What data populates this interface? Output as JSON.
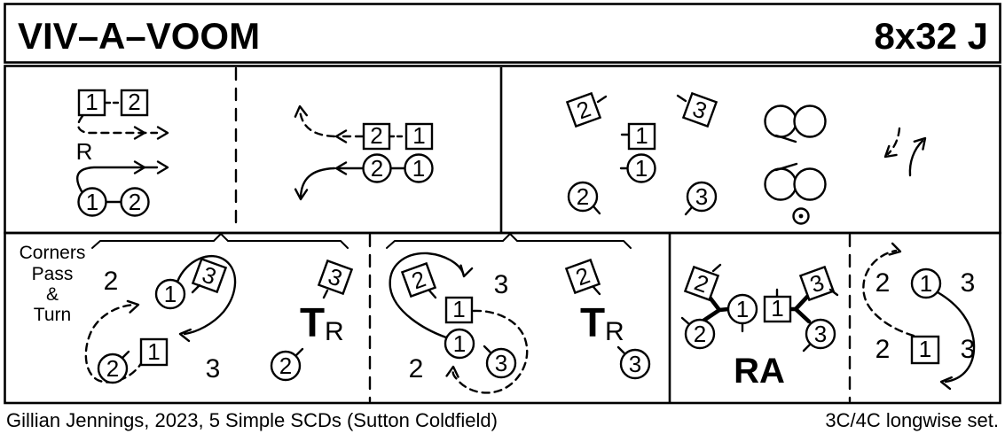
{
  "title": "VIV–A–VOOM",
  "rhythm": "8x32 J",
  "footer": {
    "credit": "Gillian Jennings, 2023, 5 Simple SCDs (Sutton Coldfield)",
    "set_type": "3C/4C longwise set."
  },
  "colors": {
    "ink": "#000000",
    "paper": "#ffffff"
  },
  "bars_1_4": {
    "square_a": "1",
    "square_b": "2",
    "shoulder": "R",
    "circle_a": "1",
    "circle_b": "2"
  },
  "bars_5_8": {
    "square_a": "2",
    "square_b": "1",
    "circle_a": "2",
    "circle_b": "1"
  },
  "bars_9_16": {
    "diamond_left": "2",
    "diamond_right": "3",
    "square_center": "1",
    "circle_center": "1",
    "circle_left": "2",
    "circle_right": "3"
  },
  "cpt1": {
    "caption_line1": "Corners",
    "caption_line2": "Pass",
    "caption_line3": "&",
    "caption_line4": "Turn",
    "place_top": "2",
    "place_bottom": "3",
    "circle_dancer": "1",
    "diamond_corner": "3",
    "square_dancer": "1",
    "circle_corner": "2",
    "idle_diamond": "3",
    "turn_letter": "T",
    "turn_hand": "R",
    "idle_circle": "2"
  },
  "cpt2": {
    "place_top": "3",
    "place_bottom": "2",
    "diamond_corner": "2",
    "square_dancer": "1",
    "circle_dancer": "1",
    "circle_corner": "3",
    "idle_diamond": "2",
    "turn_letter": "T",
    "turn_hand": "R",
    "idle_circle": "3"
  },
  "wheel": {
    "diamond_2": "2",
    "circle_2": "2",
    "circle_1": "1",
    "square_1": "1",
    "diamond_3": "3",
    "circle_3": "3",
    "label": "RA"
  },
  "finish": {
    "top_left": "2",
    "top_center": "1",
    "top_right": "3",
    "bottom_left": "2",
    "bottom_center": "1",
    "bottom_right": "3"
  }
}
